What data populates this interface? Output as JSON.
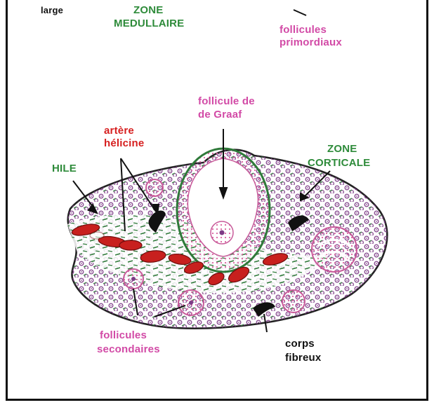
{
  "labels": {
    "large": "large",
    "zone_medullaire_top": "ZONE",
    "zone_medullaire_bottom": "MEDULLAIRE",
    "follicules_primordiaux_1": "follicules",
    "follicules_primordiaux_2": "primordiaux",
    "follicule_graaf_1": "follicule de",
    "follicule_graaf_2": "de Graaf",
    "artere_helicine_1": "artère",
    "artere_helicine_2": "hélicine",
    "zone_corticale_1": "ZONE",
    "zone_corticale_2": "CORTICALE",
    "hile": "HILE",
    "follicules_secondaires_1": "follicules",
    "follicules_secondaires_2": "secondaires",
    "corps_fibreux_1": "corps",
    "corps_fibreux_2": "fibreux"
  },
  "colors": {
    "green_label": "#2e8b3a",
    "pink_label": "#d24aa6",
    "red_label": "#d61f1f",
    "vessel_red": "#c8201e",
    "stroma_green": "#2f7a3a",
    "follicle_pink": "#e28fc4",
    "cell_purple": "#7d3b86"
  }
}
